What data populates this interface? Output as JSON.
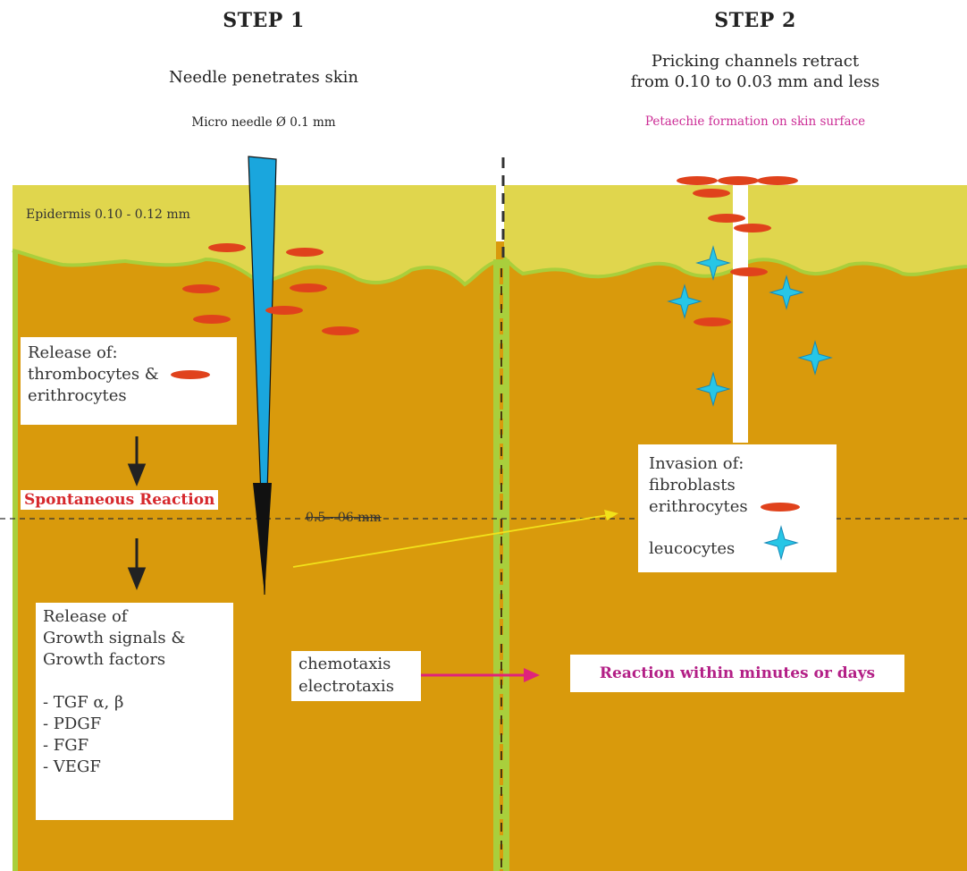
{
  "step1": {
    "title": "STEP 1",
    "subtitle": "Needle penetrates skin",
    "needle_label": "Micro needle Ø 0.1 mm"
  },
  "step2": {
    "title": "STEP 2",
    "subtitle_line1": "Pricking channels retract",
    "subtitle_line2": "from 0.10 to 0.03 mm and less",
    "petechiae_label": "Petaechie formation on skin surface"
  },
  "epidermis_label": "Epidermis 0.10 - 0.12 mm",
  "release_box": {
    "line1": "Release of:",
    "line2": "thrombocytes &",
    "line3": "erithrocytes"
  },
  "spontaneous_label": "Spontaneous Reaction",
  "depth_label": "0.5 - 06 mm",
  "invasion_box": {
    "line1": "Invasion of:",
    "line2": "fibroblasts",
    "line3": "erithrocytes",
    "line4": "leucocytes"
  },
  "growth_box": {
    "line1": "Release of",
    "line2": "Growth signals &",
    "line3": "Growth factors",
    "items": [
      "- TGF α, β",
      "- PDGF",
      "- FGF",
      "- VEGF"
    ]
  },
  "taxis_box": {
    "line1": "chemotaxis",
    "line2": "electrotaxis"
  },
  "reaction_label": "Reaction within minutes or days",
  "colors": {
    "dermis": "#d99a0c",
    "epidermis": "#e0d64d",
    "needle": "#1aa6dd",
    "cell_red": "#e0421c",
    "star_cyan": "#27c6e6",
    "arrow_magenta": "#e0237a",
    "arrow_yellow": "#f2e21a",
    "spine_green": "#a9cf3c"
  },
  "icons": {
    "erythrocyte": "red-ellipse",
    "leucocyte": "cyan-four-point-star"
  }
}
